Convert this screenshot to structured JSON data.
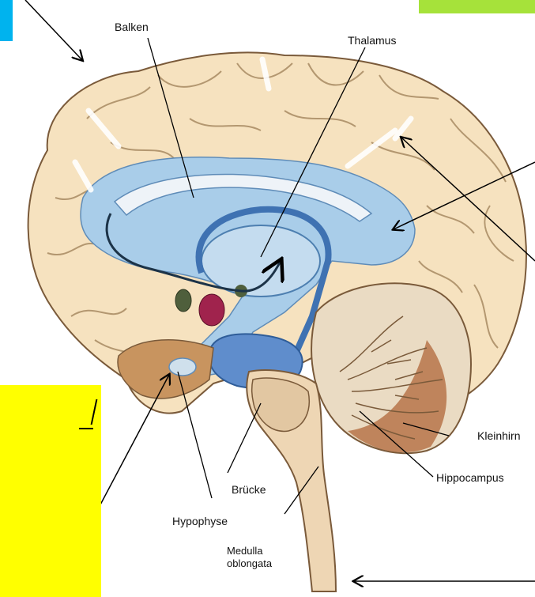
{
  "labels": {
    "balken": "Balken",
    "thalamus": "Thalamus",
    "kleinhirn": "Kleinhirn",
    "hippocampus": "Hippocampus",
    "bruecke": "Brücke",
    "hypophyse": "Hypophyse",
    "medulla_line1": "Medulla",
    "medulla_line2": "oblongata"
  },
  "colors": {
    "blue_tab": "#00b3ee",
    "green_tab": "#a6e23a",
    "yellow_box": "#ffff00",
    "cortex": "#f6e2bf",
    "ventricle": "#a9cde9",
    "brainstem": "#b7744a"
  }
}
